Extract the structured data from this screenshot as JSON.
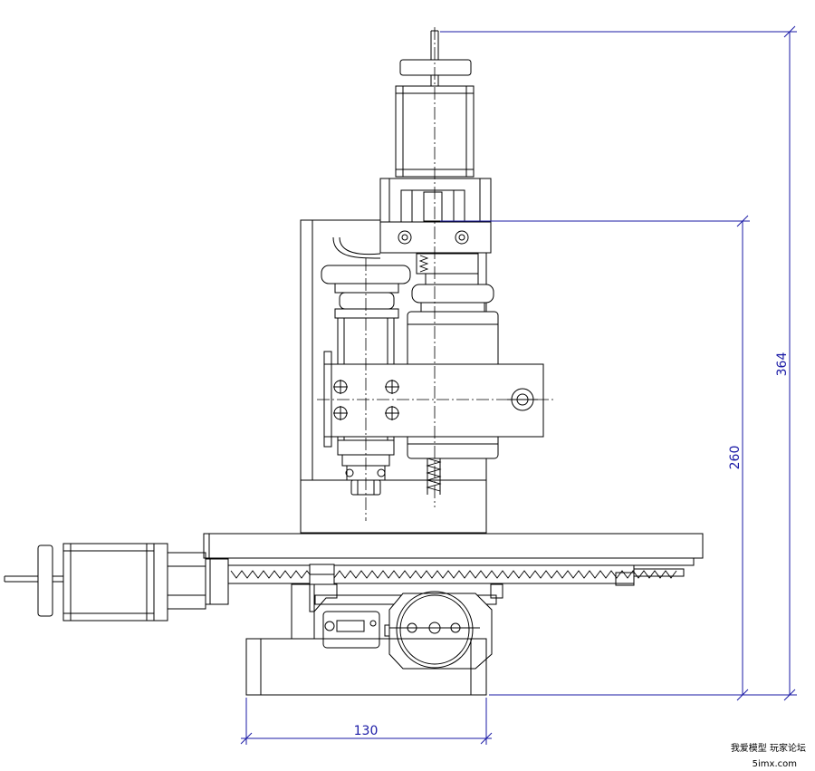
{
  "dimensions": {
    "total_height": "364",
    "column_height": "260",
    "base_width": "130"
  },
  "watermark": {
    "line1": "我爱模型 玩家论坛",
    "line2": "5imx.com"
  },
  "colors": {
    "outline": "#000000",
    "dimension": "#1a1aa6",
    "background": "#ffffff"
  }
}
